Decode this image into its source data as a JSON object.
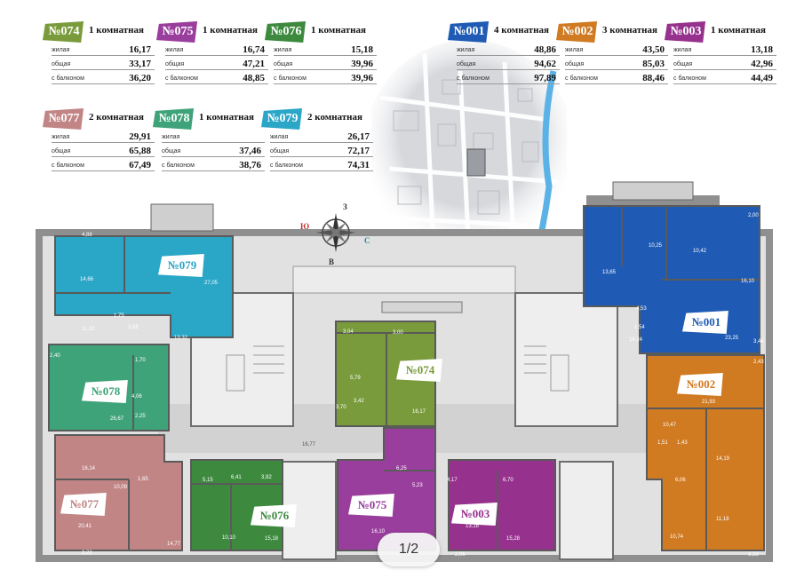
{
  "legend_labels": {
    "living": "жилая",
    "total": "общая",
    "balcony": "с балконом"
  },
  "legend": [
    {
      "num": "№074",
      "rooms": "1 комнатная",
      "living": "16,17",
      "total": "33,17",
      "balcony": "36,20",
      "color": "#7a9b3c"
    },
    {
      "num": "№075",
      "rooms": "1 комнатная",
      "living": "16,74",
      "total": "47,21",
      "balcony": "48,85",
      "color": "#9a3e9e"
    },
    {
      "num": "№076",
      "rooms": "1 комнатная",
      "living": "15,18",
      "total": "39,96",
      "balcony": "39,96",
      "color": "#3d8a3f"
    },
    {
      "num": "№001",
      "rooms": "4 комнатная",
      "living": "48,86",
      "total": "94,62",
      "balcony": "97,89",
      "color": "#1f5bb5"
    },
    {
      "num": "№002",
      "rooms": "3 комнатная",
      "living": "43,50",
      "total": "85,03",
      "balcony": "88,46",
      "color": "#d07a22"
    },
    {
      "num": "№003",
      "rooms": "1 комнатная",
      "living": "13,18",
      "total": "42,96",
      "balcony": "44,49",
      "color": "#96328e"
    },
    {
      "num": "№077",
      "rooms": "2 комнатная",
      "living": "29,91",
      "total": "65,88",
      "balcony": "67,49",
      "color": "#c28585"
    },
    {
      "num": "№078",
      "rooms": "1 комнатная",
      "living": "",
      "total": "37,46",
      "balcony": "38,76",
      "color": "#3fa37a"
    },
    {
      "num": "№079",
      "rooms": "2 комнатная",
      "living": "26,17",
      "total": "72,17",
      "balcony": "74,31",
      "color": "#2aa6c7"
    }
  ],
  "compass": {
    "north": "З",
    "south": "В",
    "west": "Ю",
    "east": "С"
  },
  "units": [
    {
      "id": "079",
      "label": "№079",
      "color": "#2aa6c7"
    },
    {
      "id": "078",
      "label": "№078",
      "color": "#3fa37a"
    },
    {
      "id": "077",
      "label": "№077",
      "color": "#c28585"
    },
    {
      "id": "076",
      "label": "№076",
      "color": "#3d8a3f"
    },
    {
      "id": "075",
      "label": "№075",
      "color": "#9a3e9e"
    },
    {
      "id": "074",
      "label": "№074",
      "color": "#7a9b3c"
    },
    {
      "id": "003",
      "label": "№003",
      "color": "#96328e"
    },
    {
      "id": "002",
      "label": "№002",
      "color": "#d07a22"
    },
    {
      "id": "001",
      "label": "№001",
      "color": "#1f5bb5"
    }
  ],
  "room_areas": {
    "a079": [
      "4,88",
      "14,66",
      "27,05",
      "11,32",
      "1,75",
      "3,88",
      "13,32"
    ],
    "a078": [
      "2,40",
      "1,70",
      "4,06",
      "2,25",
      "26,67"
    ],
    "a077": [
      "16,14",
      "1,65",
      "10,09",
      "20,41",
      "14,77",
      "3,22"
    ],
    "a076": [
      "5,15",
      "6,41",
      "3,92",
      "10,10",
      "15,18"
    ],
    "a075": [
      "6,25",
      "5,23",
      "16,10"
    ],
    "a074": [
      "3,04",
      "3,00",
      "5,79",
      "3,70",
      "3,42",
      "16,17"
    ],
    "a003": [
      "4,17",
      "6,70",
      "13,18",
      "15,28",
      "2,06"
    ],
    "a002": [
      "2,43",
      "21,93",
      "10,47",
      "1,51",
      "1,43",
      "6,06",
      "14,19",
      "11,18",
      "10,74",
      "3,33"
    ],
    "a001": [
      "2,00",
      "10,25",
      "10,42",
      "13,65",
      "16,10",
      "4,53",
      "1,54",
      "14,24",
      "23,25",
      "3,44"
    ],
    "corridor": "16,77"
  },
  "pager": "1/2"
}
